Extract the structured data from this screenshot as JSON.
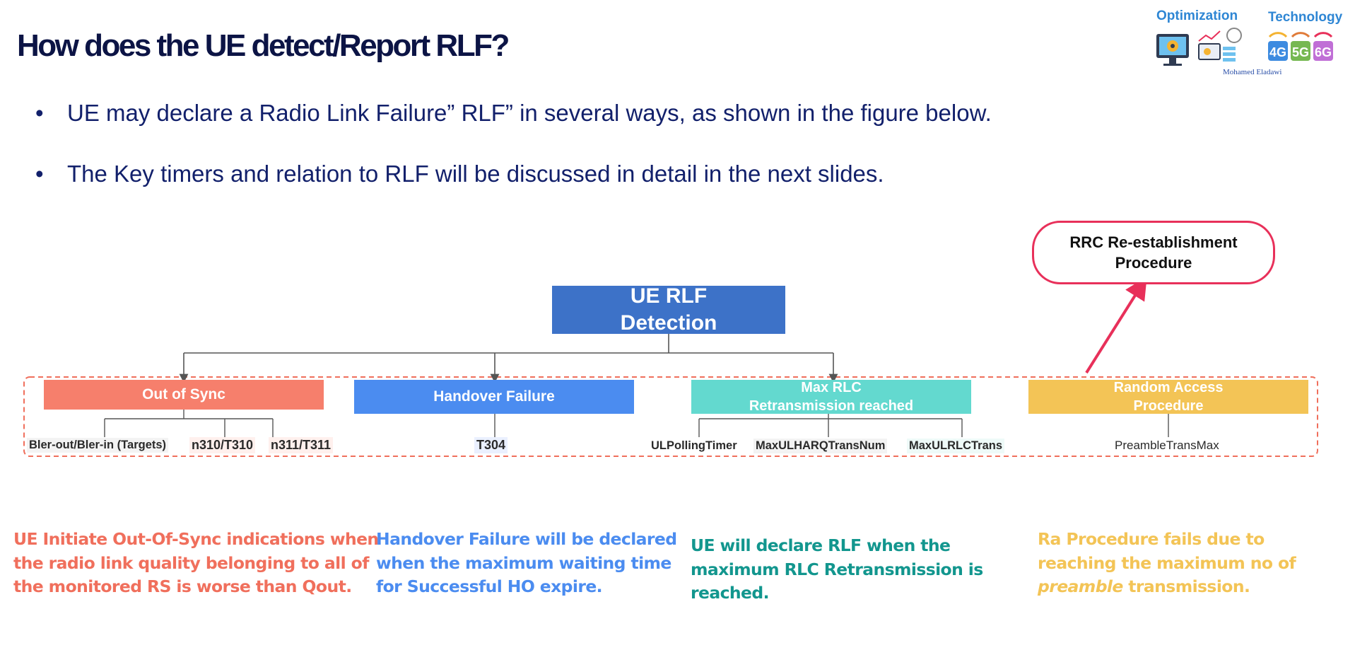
{
  "title": "How does the UE detect/Report RLF?",
  "bullets": [
    "UE may declare a Radio Link Failure” RLF” in several ways, as shown in the figure below.",
    "The Key timers and relation to RLF will be discussed in detail in the next slides."
  ],
  "logo": {
    "optimization": "Optimization",
    "technology": "Technology",
    "author": "Mohamed Eladawi",
    "generations": [
      "4G",
      "5G",
      "6G"
    ]
  },
  "diagram": {
    "root": [
      "UE RLF",
      "Detection"
    ],
    "branches": {
      "out_of_sync": {
        "label": "Out of Sync",
        "params": [
          "Bler-out/Bler-in (Targets)",
          "n310/T310",
          "n311/T311"
        ],
        "description": [
          "UE Initiate Out-Of-Sync indications when",
          "the radio link quality belonging to all of",
          "the monitored RS is worse than Qout."
        ]
      },
      "handover": {
        "label": "Handover Failure",
        "params": [
          "T304"
        ],
        "description": [
          "Handover Failure will be declared",
          "when the maximum waiting time",
          "for Successful HO expire."
        ]
      },
      "max_rlc": {
        "label": [
          "Max RLC",
          "Retransmission reached"
        ],
        "params": [
          "ULPollingTimer",
          "MaxULHARQTransNum",
          "MaxULRLCTrans"
        ],
        "description": [
          "UE will declare RLF when the",
          "maximum RLC Retransmission is",
          "reached."
        ]
      },
      "random_access": {
        "label": [
          "Random Access",
          "Procedure"
        ],
        "params": [
          "PreambleTransMax"
        ],
        "description_line1": "Ra Procedure fails due to",
        "description_line2": "reaching the maximum no of",
        "description_italic": "preamble",
        "description_tail": " transmission."
      }
    },
    "rrc": [
      "RRC Re-establishment",
      "Procedure"
    ]
  },
  "colors": {
    "title": "#0c1445",
    "bullet": "#12206b",
    "root": "#3d72c8",
    "out_of_sync": "#f67f6c",
    "handover": "#4b8cf0",
    "max_rlc": "#63d9cf",
    "random_access": "#f3c456",
    "rrc_border": "#e8305a",
    "desc_oos": "#f06f5c",
    "desc_ho": "#4b8cf0",
    "desc_rlc": "#12968e",
    "desc_ra": "#f3c456"
  }
}
